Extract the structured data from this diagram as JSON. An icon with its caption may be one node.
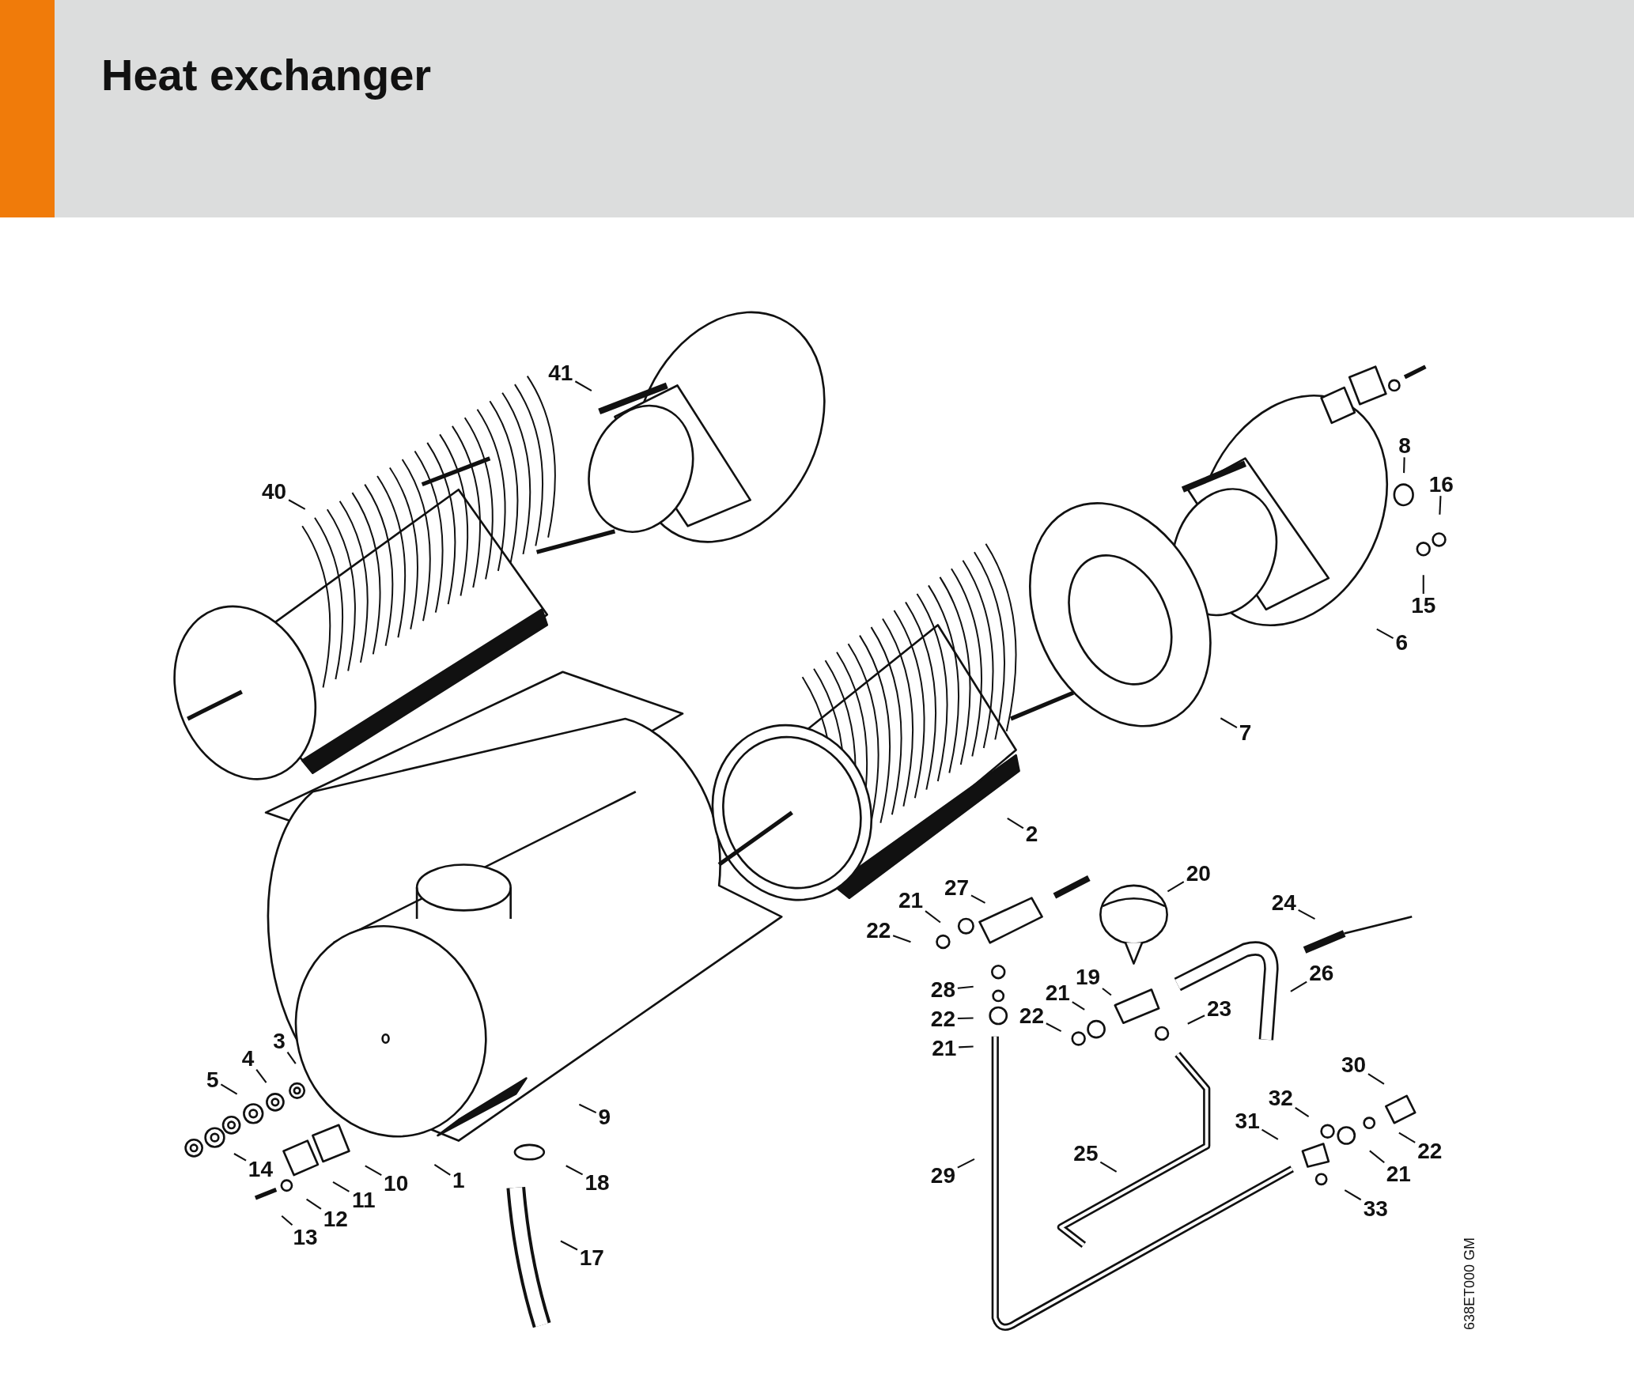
{
  "diagram": {
    "title": "Heat exchanger",
    "nodes": [
      {
        "text": [
          "41"
        ]
      },
      {
        "text": [
          "40"
        ]
      },
      {
        "text": [
          "8"
        ]
      },
      {
        "text": [
          "16"
        ]
      },
      {
        "text": [
          "15"
        ]
      },
      {
        "text": [
          "6"
        ]
      },
      {
        "text": [
          "7"
        ]
      },
      {
        "text": [
          "2"
        ]
      },
      {
        "text": [
          "20"
        ]
      },
      {
        "text": [
          "27"
        ]
      },
      {
        "text": [
          "21"
        ]
      },
      {
        "text": [
          "22"
        ]
      },
      {
        "text": [
          "24"
        ]
      },
      {
        "text": [
          "26"
        ]
      },
      {
        "text": [
          "19"
        ]
      },
      {
        "text": [
          "21"
        ]
      },
      {
        "text": [
          "28"
        ]
      },
      {
        "text": [
          "22"
        ]
      },
      {
        "text": [
          "22"
        ]
      },
      {
        "text": [
          "23"
        ]
      },
      {
        "text": [
          "21"
        ]
      },
      {
        "text": [
          "3"
        ]
      },
      {
        "text": [
          "4"
        ]
      },
      {
        "text": [
          "5"
        ]
      },
      {
        "text": [
          "9"
        ]
      },
      {
        "text": [
          "30"
        ]
      },
      {
        "text": [
          "32"
        ]
      },
      {
        "text": [
          "31"
        ]
      },
      {
        "text": [
          "22"
        ]
      },
      {
        "text": [
          "14"
        ]
      },
      {
        "text": [
          "10"
        ]
      },
      {
        "text": [
          "25"
        ]
      },
      {
        "text": [
          "1"
        ]
      },
      {
        "text": [
          "21"
        ]
      },
      {
        "text": [
          "18"
        ]
      },
      {
        "text": [
          "11"
        ]
      },
      {
        "text": [
          "29"
        ]
      },
      {
        "text": [
          "33"
        ]
      },
      {
        "text": [
          "12"
        ]
      },
      {
        "text": [
          "13"
        ]
      },
      {
        "text": [
          "17"
        ]
      }
    ],
    "edges": [
      {
        "from": 0,
        "to": null,
        "arrow": "none"
      },
      {
        "from": 1,
        "to": null,
        "arrow": "none"
      },
      {
        "from": 2,
        "to": null,
        "arrow": "none"
      },
      {
        "from": 3,
        "to": null,
        "arrow": "none"
      },
      {
        "from": 4,
        "to": null,
        "arrow": "none"
      },
      {
        "from": 5,
        "to": null,
        "arrow": "none"
      },
      {
        "from": 6,
        "to": null,
        "arrow": "none"
      },
      {
        "from": 7,
        "to": null,
        "arrow": "none"
      },
      {
        "from": 8,
        "to": null,
        "arrow": "none"
      },
      {
        "from": 9,
        "to": null,
        "arrow": "none"
      },
      {
        "from": 10,
        "to": null,
        "arrow": "none"
      },
      {
        "from": 11,
        "to": null,
        "arrow": "none"
      },
      {
        "from": 12,
        "to": null,
        "arrow": "none"
      },
      {
        "from": 13,
        "to": null,
        "arrow": "none"
      },
      {
        "from": 14,
        "to": null,
        "arrow": "none"
      },
      {
        "from": 15,
        "to": null,
        "arrow": "none"
      },
      {
        "from": 16,
        "to": null,
        "arrow": "none"
      },
      {
        "from": 17,
        "to": null,
        "arrow": "none"
      },
      {
        "from": 18,
        "to": null,
        "arrow": "none"
      },
      {
        "from": 19,
        "to": null,
        "arrow": "none"
      },
      {
        "from": 20,
        "to": null,
        "arrow": "none"
      },
      {
        "from": 21,
        "to": null,
        "arrow": "none"
      },
      {
        "from": 22,
        "to": null,
        "arrow": "none"
      },
      {
        "from": 23,
        "to": null,
        "arrow": "none"
      },
      {
        "from": 24,
        "to": null,
        "arrow": "none"
      },
      {
        "from": 25,
        "to": null,
        "arrow": "none"
      },
      {
        "from": 26,
        "to": null,
        "arrow": "none"
      },
      {
        "from": 27,
        "to": null,
        "arrow": "none"
      },
      {
        "from": 28,
        "to": null,
        "arrow": "none"
      },
      {
        "from": 29,
        "to": null,
        "arrow": "none"
      },
      {
        "from": 30,
        "to": null,
        "arrow": "none"
      },
      {
        "from": 31,
        "to": null,
        "arrow": "none"
      },
      {
        "from": 32,
        "to": null,
        "arrow": "none"
      },
      {
        "from": 33,
        "to": null,
        "arrow": "none"
      },
      {
        "from": 34,
        "to": null,
        "arrow": "none"
      },
      {
        "from": 35,
        "to": null,
        "arrow": "none"
      },
      {
        "from": 36,
        "to": null,
        "arrow": "none"
      },
      {
        "from": 37,
        "to": null,
        "arrow": "none"
      },
      {
        "from": 38,
        "to": null,
        "arrow": "none"
      },
      {
        "from": 39,
        "to": null,
        "arrow": "none"
      },
      {
        "from": 40,
        "to": null,
        "arrow": "none"
      }
    ],
    "labels": [
      "638ET000 GM"
    ]
  }
}
